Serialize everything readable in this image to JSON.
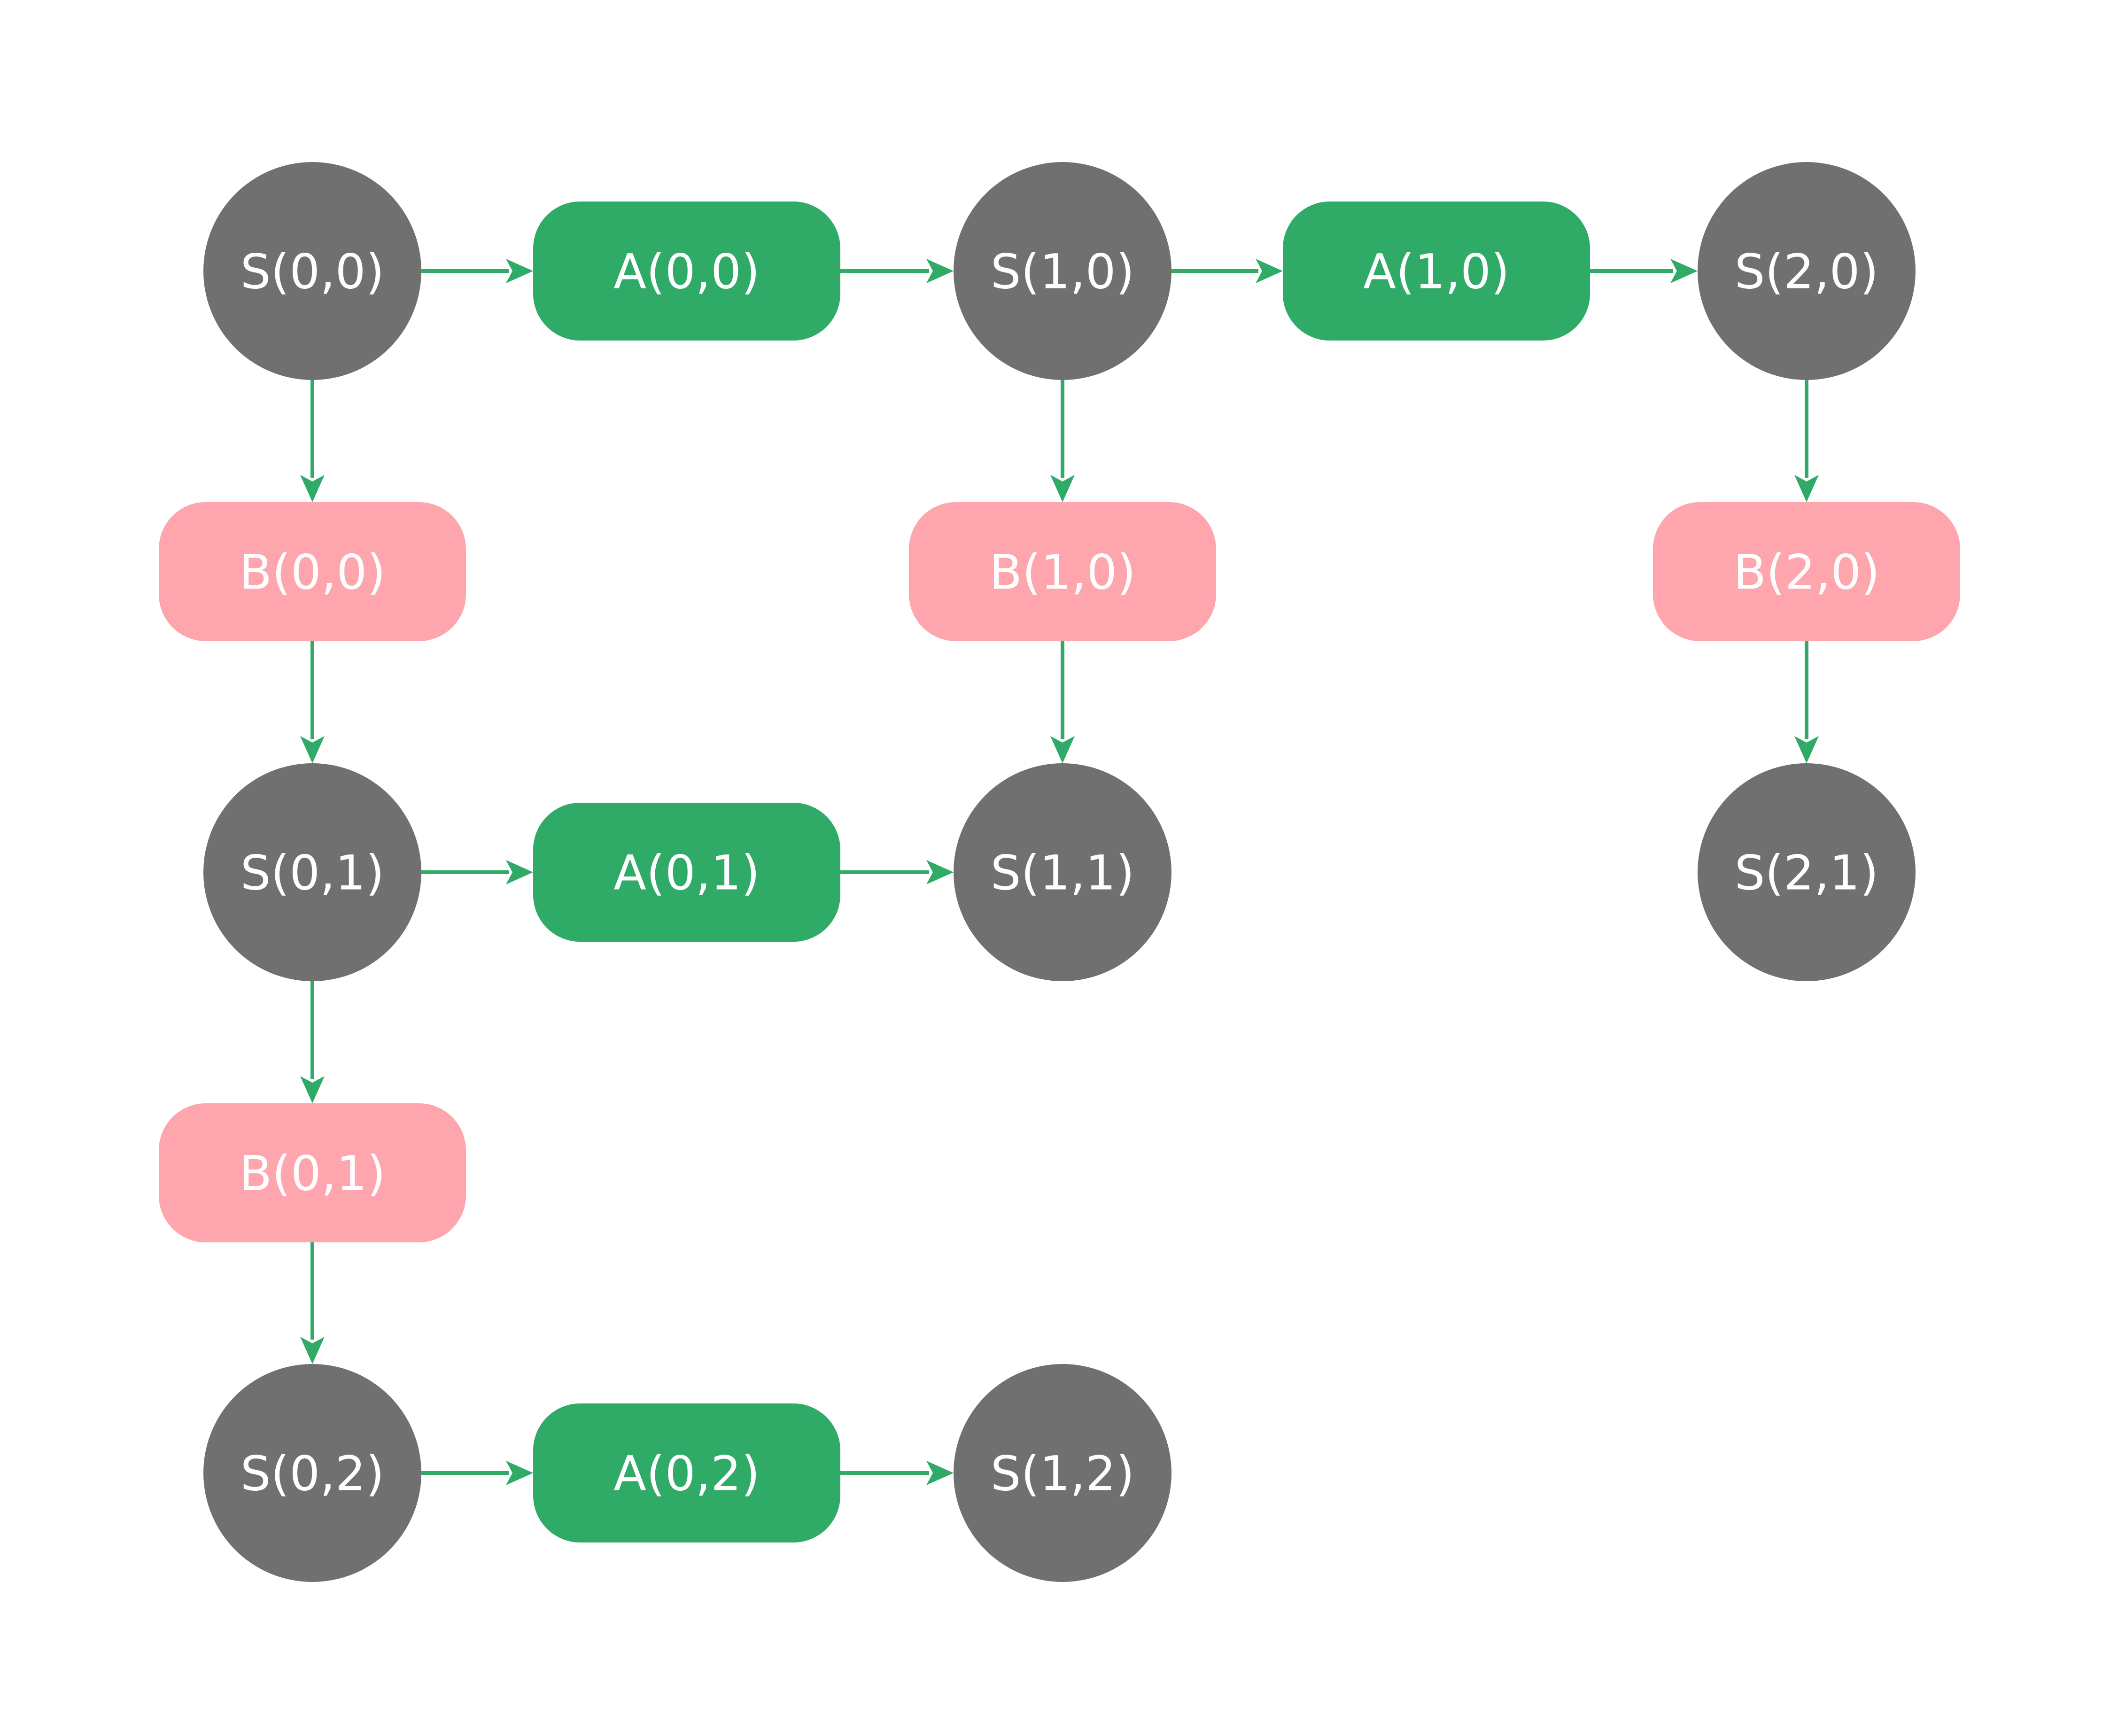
{
  "colors": {
    "state": "#707070",
    "a_action": "#2faa67",
    "b_action": "#ffa5ae",
    "edge": "#2faa67",
    "label": "#ffffff",
    "background": "#ffffff"
  },
  "nodes": [
    {
      "id": "S00",
      "kind": "state",
      "label": "S(0,0)"
    },
    {
      "id": "A00",
      "kind": "a_action",
      "label": "A(0,0)"
    },
    {
      "id": "S10",
      "kind": "state",
      "label": "S(1,0)"
    },
    {
      "id": "A10",
      "kind": "a_action",
      "label": "A(1,0)"
    },
    {
      "id": "S20",
      "kind": "state",
      "label": "S(2,0)"
    },
    {
      "id": "B00",
      "kind": "b_action",
      "label": "B(0,0)"
    },
    {
      "id": "B10",
      "kind": "b_action",
      "label": "B(1,0)"
    },
    {
      "id": "B20",
      "kind": "b_action",
      "label": "B(2,0)"
    },
    {
      "id": "S01",
      "kind": "state",
      "label": "S(0,1)"
    },
    {
      "id": "A01",
      "kind": "a_action",
      "label": "A(0,1)"
    },
    {
      "id": "S11",
      "kind": "state",
      "label": "S(1,1)"
    },
    {
      "id": "S21",
      "kind": "state",
      "label": "S(2,1)"
    },
    {
      "id": "B01",
      "kind": "b_action",
      "label": "B(0,1)"
    },
    {
      "id": "S02",
      "kind": "state",
      "label": "S(0,2)"
    },
    {
      "id": "A02",
      "kind": "a_action",
      "label": "A(0,2)"
    },
    {
      "id": "S12",
      "kind": "state",
      "label": "S(1,2)"
    }
  ],
  "edges": [
    {
      "from": "S00",
      "to": "A00"
    },
    {
      "from": "A00",
      "to": "S10"
    },
    {
      "from": "S10",
      "to": "A10"
    },
    {
      "from": "A10",
      "to": "S20"
    },
    {
      "from": "S00",
      "to": "B00"
    },
    {
      "from": "S10",
      "to": "B10"
    },
    {
      "from": "S20",
      "to": "B20"
    },
    {
      "from": "B00",
      "to": "S01"
    },
    {
      "from": "B10",
      "to": "S11"
    },
    {
      "from": "B20",
      "to": "S21"
    },
    {
      "from": "S01",
      "to": "A01"
    },
    {
      "from": "A01",
      "to": "S11"
    },
    {
      "from": "S01",
      "to": "B01"
    },
    {
      "from": "B01",
      "to": "S02"
    },
    {
      "from": "S02",
      "to": "A02"
    },
    {
      "from": "A02",
      "to": "S12"
    }
  ]
}
